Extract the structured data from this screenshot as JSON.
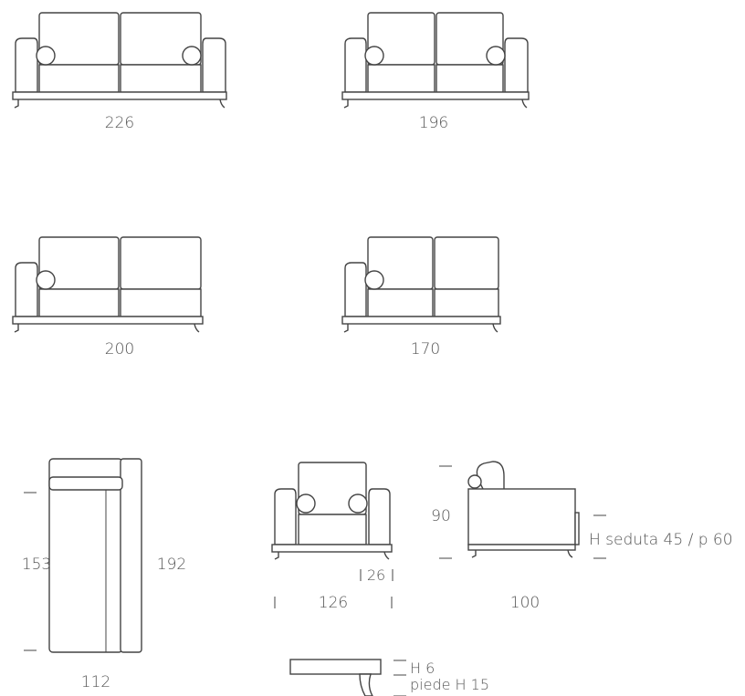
{
  "sofas": {
    "sofa_226": {
      "width": "226"
    },
    "sofa_196": {
      "width": "196"
    },
    "sofa_200": {
      "width": "200"
    },
    "sofa_170": {
      "width": "170"
    }
  },
  "chaise": {
    "length_inner": "153",
    "length_outer": "192",
    "width": "112"
  },
  "armchair": {
    "arm_width": "26",
    "width": "126"
  },
  "side_view": {
    "height": "90",
    "depth": "100",
    "seat_note": "H seduta 45 / p 60"
  },
  "foot_detail": {
    "base_height": "H 6",
    "foot_height": "piede H 15"
  },
  "colors": {
    "line": "#444444",
    "text": "#555555",
    "background": "#ffffff"
  }
}
